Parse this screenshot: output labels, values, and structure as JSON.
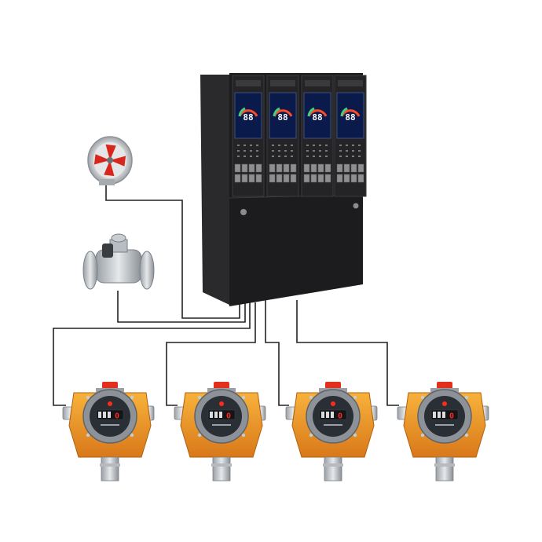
{
  "controller": {
    "channel_count": 4,
    "channels": [
      {
        "display_value": "88"
      },
      {
        "display_value": "88"
      },
      {
        "display_value": "88"
      },
      {
        "display_value": "88"
      }
    ],
    "colors": {
      "cabinet": "#1c1c1e",
      "lcd_bg": "#0a1a4a",
      "gauge_arc": "#ff4a2a"
    }
  },
  "exhaust_fan": {
    "icon": "axial-fan-icon",
    "blade_color": "#d9261c"
  },
  "solenoid_valve": {
    "icon": "gas-valve-icon"
  },
  "detectors": [
    {
      "display_value": "0",
      "housing_color": "#f39a1f"
    },
    {
      "display_value": "0",
      "housing_color": "#f39a1f"
    },
    {
      "display_value": "0",
      "housing_color": "#f39a1f"
    },
    {
      "display_value": "0",
      "housing_color": "#f39a1f"
    }
  ],
  "wiring_color": "#222222"
}
